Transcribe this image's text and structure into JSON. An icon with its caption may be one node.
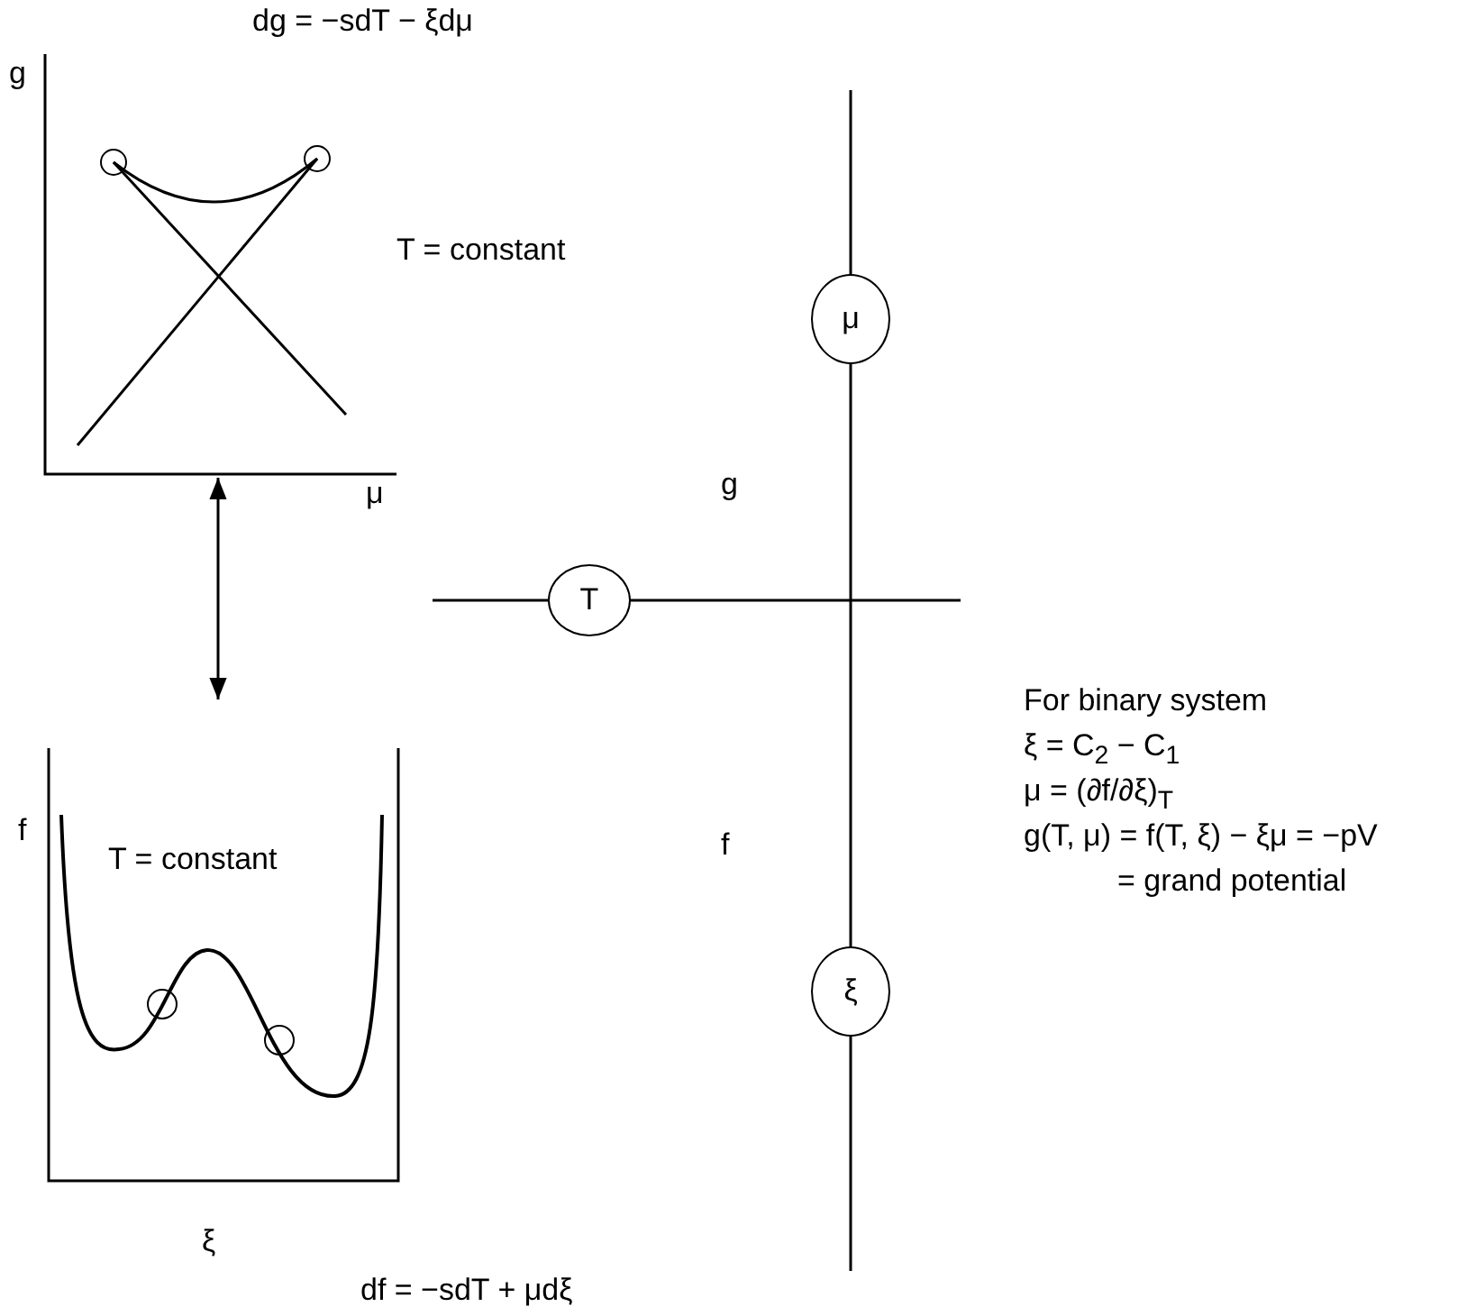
{
  "diagram": {
    "nodes": [
      {
        "text": [
          "T = constant"
        ],
        "beside": [
          "dg = −sdT − ξdμ",
          "g",
          "μ"
        ]
      },
      {
        "text": [
          "T = constant"
        ],
        "beside": [
          "f",
          "ξ",
          "df = −sdT + μdξ"
        ]
      },
      {
        "text": [
          "μ"
        ]
      },
      {
        "text": [
          "T"
        ]
      },
      {
        "text": [
          "ξ"
        ]
      }
    ],
    "edges": [
      {
        "from": 0,
        "to": 1,
        "arrow": "both"
      }
    ],
    "labels": [
      "g",
      "For binary system",
      "ξ = C$_{2}$ − C$_{1}$",
      "μ = (∂f/∂ξ)$_{T}$",
      "f",
      "g(T, μ) = f(T, ξ) − ξμ = −pV",
      "= grand potential"
    ]
  }
}
